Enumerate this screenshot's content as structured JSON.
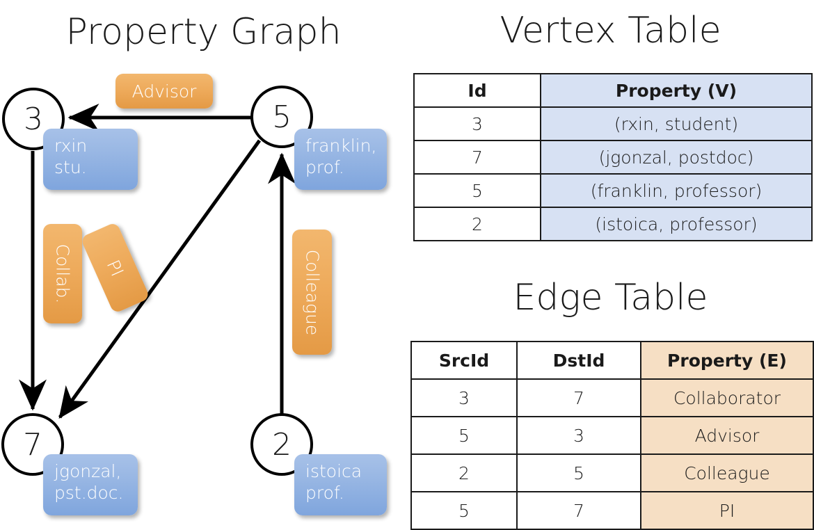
{
  "titles": {
    "graph": "Property Graph",
    "vertex": "Vertex Table",
    "edge": "Edge Table"
  },
  "colors": {
    "vertex_property_bg": "#d7e1f3",
    "edge_property_bg": "#f6dfc4",
    "node_box_blue": "#9ab8e4",
    "edge_label_orange": "#eeab5c",
    "stroke": "#000000"
  },
  "graph": {
    "nodes": [
      {
        "id": "3",
        "prop_line1": "rxin",
        "prop_line2": "stu."
      },
      {
        "id": "5",
        "prop_line1": "franklin,",
        "prop_line2": "prof."
      },
      {
        "id": "7",
        "prop_line1": "jgonzal,",
        "prop_line2": "pst.doc."
      },
      {
        "id": "2",
        "prop_line1": "istoica",
        "prop_line2": "prof."
      }
    ],
    "edge_labels": [
      {
        "text": "Advisor"
      },
      {
        "text": "Collab."
      },
      {
        "text": "PI"
      },
      {
        "text": "Colleague"
      }
    ]
  },
  "vertex_table": {
    "headers": [
      "Id",
      "Property (V)"
    ],
    "rows": [
      {
        "id": "3",
        "property": "(rxin, student)"
      },
      {
        "id": "7",
        "property": "(jgonzal, postdoc)"
      },
      {
        "id": "5",
        "property": "(franklin, professor)"
      },
      {
        "id": "2",
        "property": "(istoica, professor)"
      }
    ]
  },
  "edge_table": {
    "headers": [
      "SrcId",
      "DstId",
      "Property (E)"
    ],
    "rows": [
      {
        "src": "3",
        "dst": "7",
        "property": "Collaborator"
      },
      {
        "src": "5",
        "dst": "3",
        "property": "Advisor"
      },
      {
        "src": "2",
        "dst": "5",
        "property": "Colleague"
      },
      {
        "src": "5",
        "dst": "7",
        "property": "PI"
      }
    ]
  }
}
